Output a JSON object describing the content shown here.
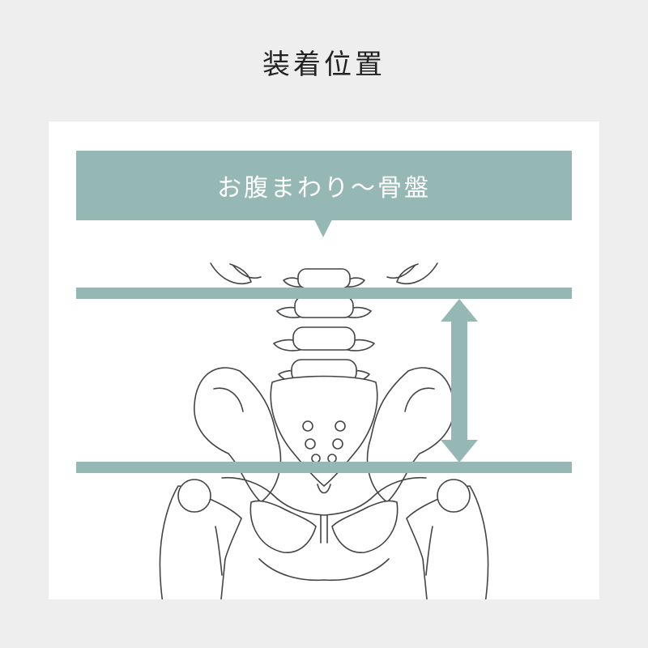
{
  "header": {
    "title": "装着位置"
  },
  "banner": {
    "label": "お腹まわり～骨盤"
  },
  "colors": {
    "background": "#efeeee",
    "panel": "#ffffff",
    "accent": "#96b8b5",
    "line": "#444444"
  },
  "illustration": {
    "subject": "pelvis-and-lumbar-spine-line-drawing"
  }
}
